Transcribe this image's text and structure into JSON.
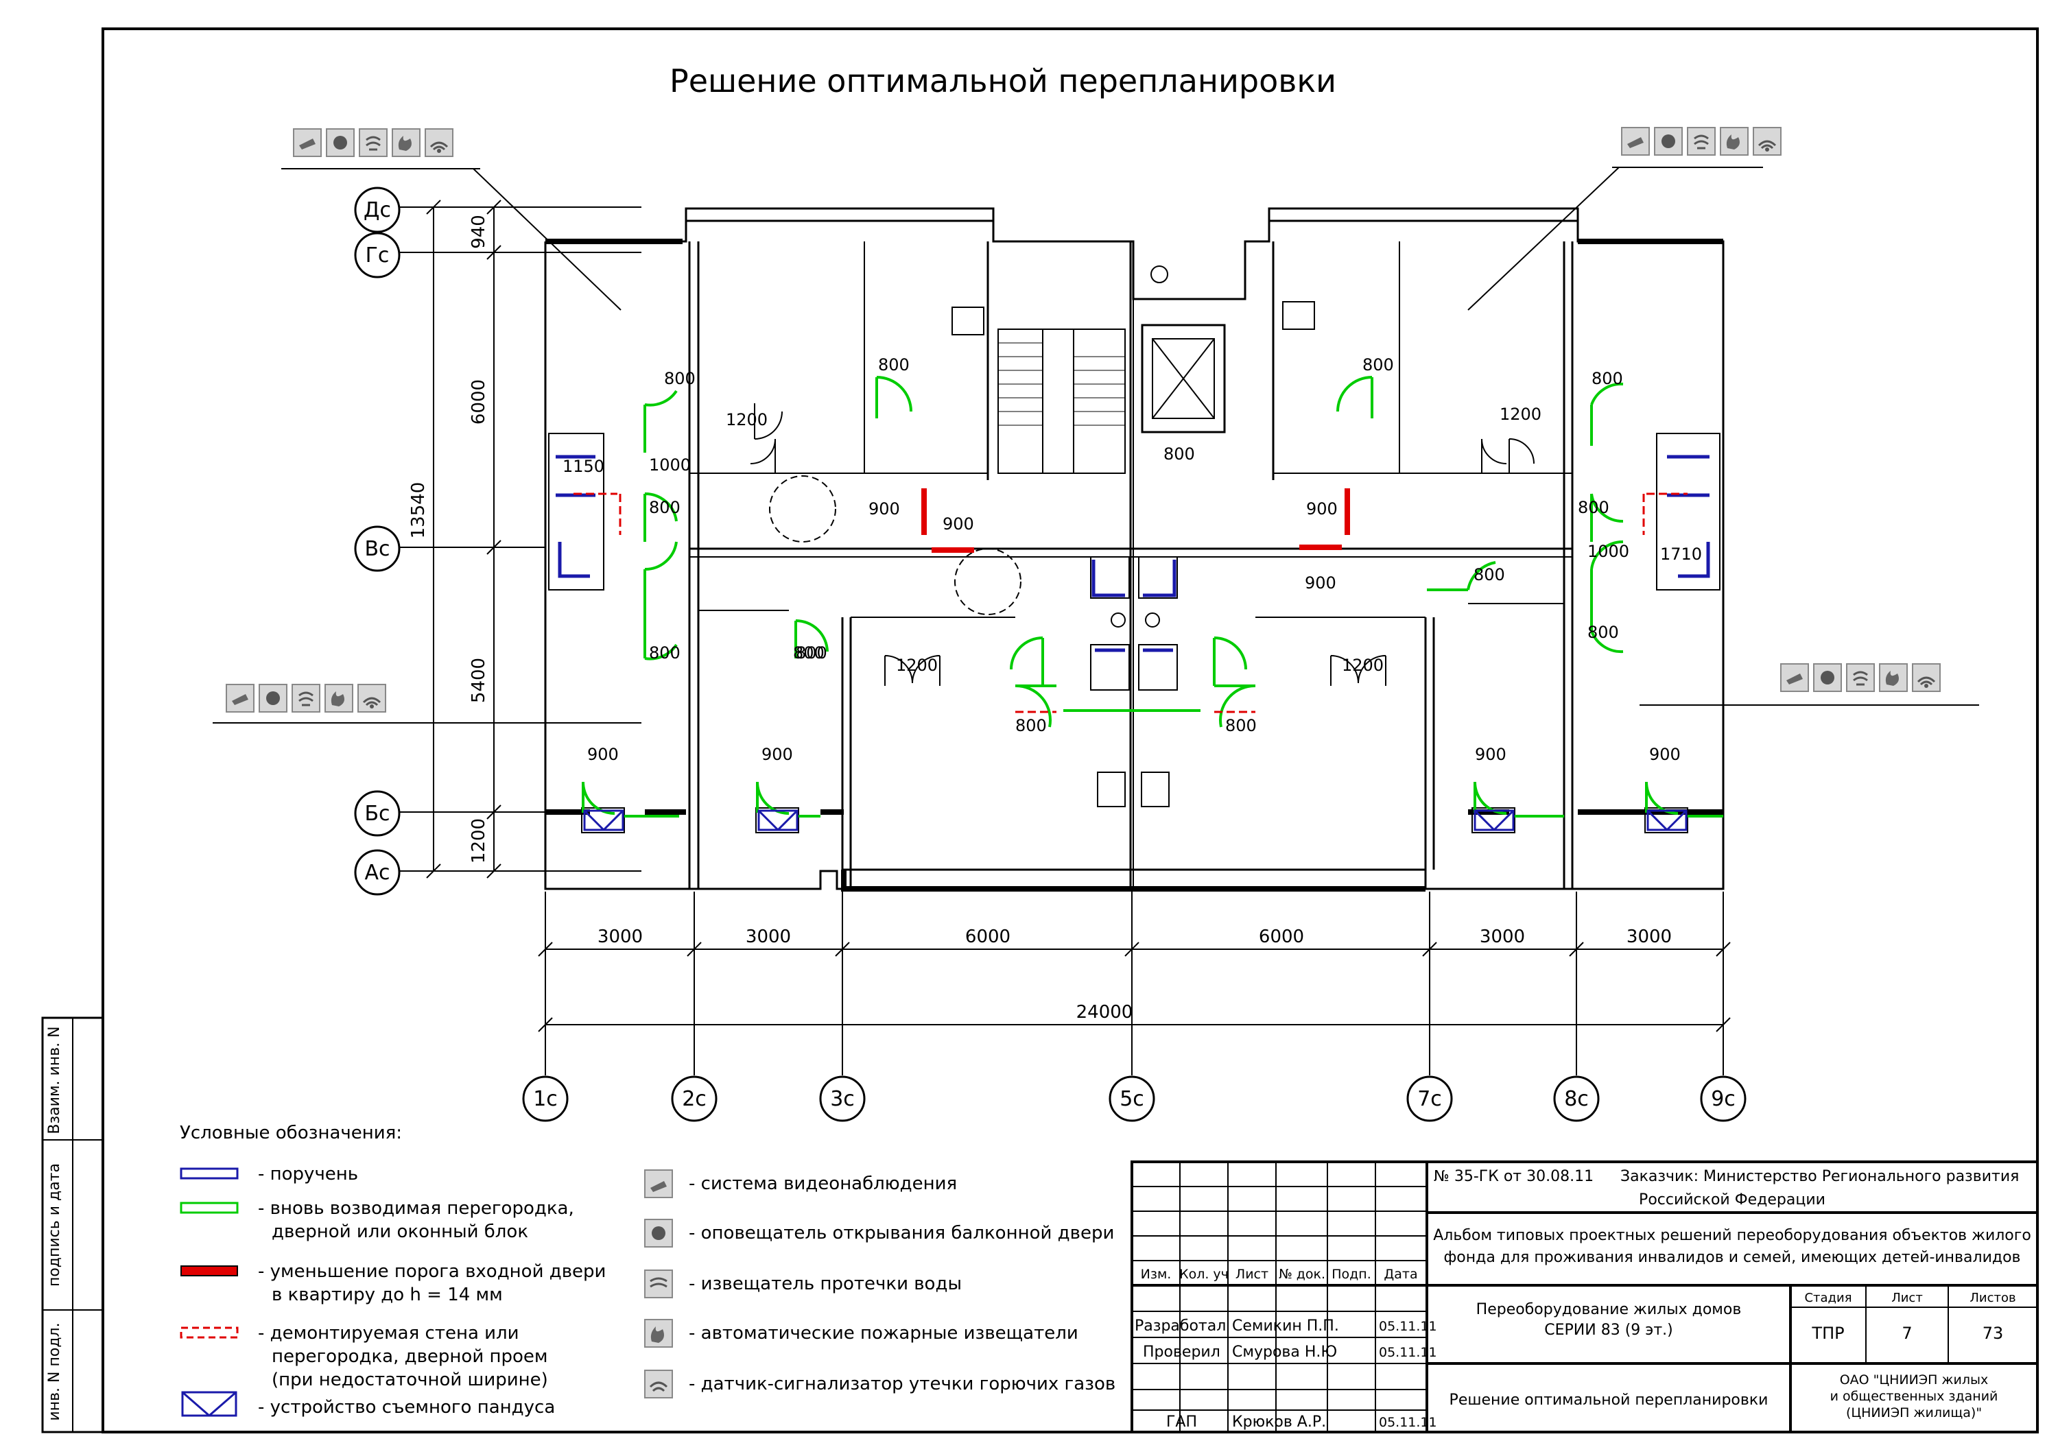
{
  "title": "Решение оптимальной перепланировки",
  "axes_rows": [
    "Дс",
    "Гс",
    "Вс",
    "Бс",
    "Ас"
  ],
  "axes_cols": [
    "1с",
    "2с",
    "3с",
    "5с",
    "7с",
    "8с",
    "9с"
  ],
  "dims_vertical": [
    "940",
    "6000",
    "13540",
    "5400",
    "1200"
  ],
  "dims_bottom": [
    "3000",
    "3000",
    "6000",
    "6000",
    "3000",
    "3000"
  ],
  "dim_total": "24000",
  "plan_labels": {
    "d800": "800",
    "d900": "900",
    "d1200": "1200",
    "d1000": "1000",
    "d1150": "1150",
    "d1710": "1710"
  },
  "legend": {
    "title": "Условные обозначения:",
    "items": [
      {
        "color": "#1a1aaa",
        "text1": "- поручень",
        "text2": "",
        "text3": ""
      },
      {
        "color": "#00cc00",
        "text1": "- вновь возводимая перегородка,",
        "text2": "дверной или оконный блок",
        "text3": ""
      },
      {
        "color": "#e00000",
        "text1": "- уменьшение порога входной двери",
        "text2": "в квартиру до h = 14 мм",
        "text3": ""
      },
      {
        "color": "#e00000",
        "text1": "- демонтируемая стена или",
        "text2": "перегородка, дверной проем",
        "text3": "(при недостаточной ширине)"
      },
      {
        "color": "#1a1aaa",
        "text1": "- устройство съемного пандуса",
        "text2": "",
        "text3": ""
      }
    ],
    "sensors": [
      {
        "icon": "camera-icon",
        "text": "- система видеонаблюдения"
      },
      {
        "icon": "bell-icon",
        "text": "- оповещатель открывания балконной двери"
      },
      {
        "icon": "water-leak-icon",
        "text": "- извещатель протечки воды"
      },
      {
        "icon": "fire-detector-icon",
        "text": "- автоматические пожарные извещатели"
      },
      {
        "icon": "gas-sensor-icon",
        "text": "- датчик-сигнализатор утечки горючих газов"
      }
    ]
  },
  "side_stamp": {
    "l1": "Взаим. инв. N",
    "l2": "подпись и дата",
    "l3": "инв. N подл."
  },
  "title_block": {
    "headers": [
      "Изм.",
      "Кол. уч",
      "Лист",
      "№ док.",
      "Подп.",
      "Дата"
    ],
    "rows": [
      {
        "role": "Разработал",
        "name": "Семикин П.П.",
        "date": "05.11.11"
      },
      {
        "role": "Проверил",
        "name": "Смурова Н.Ю",
        "date": "05.11.11"
      },
      {
        "role": "ГАП",
        "name": "Крюков А.Р.",
        "date": "05.11.11"
      }
    ],
    "order": "№ 35-ГК от 30.08.11",
    "customer_line1": "Заказчик: Министерство Регионального развития",
    "customer_line2": "Российской Федерации",
    "album_line1": "Альбом типовых проектных решений переоборудования объектов жилого",
    "album_line2": "фонда для проживания инвалидов и семей, имеющих детей-инвалидов",
    "project_line1": "Переоборудование жилых домов",
    "project_line2": "СЕРИИ 83 (9 эт.)",
    "stage_label": "Стадия",
    "sheet_label": "Лист",
    "sheets_label": "Листов",
    "stage": "ТПР",
    "sheet": "7",
    "sheets": "73",
    "drawing_title": "Решение оптимальной перепланировки",
    "org_line1": "ОАО \"ЦНИИЭП жилых",
    "org_line2": "и общественных зданий",
    "org_line3": "(ЦНИИЭП жилища)\""
  }
}
